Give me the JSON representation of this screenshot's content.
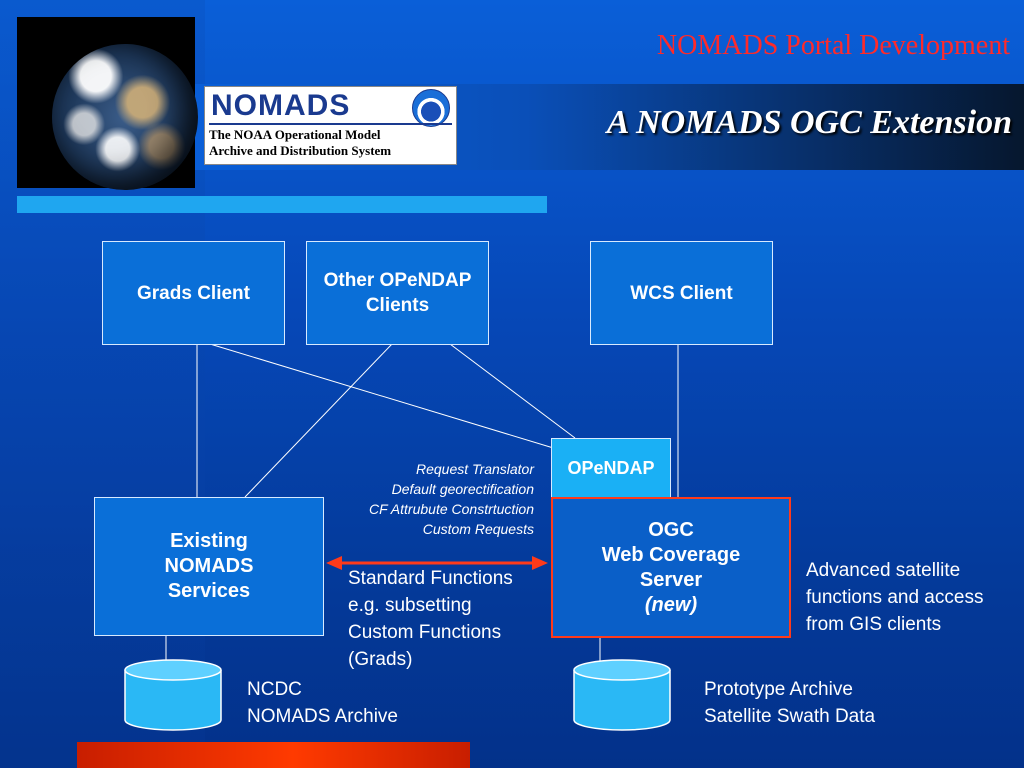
{
  "header": {
    "top_title": "NOMADS Portal Development",
    "slide_title": "A NOMADS OGC Extension",
    "logo_word": "NOMADS",
    "logo_sub_line1": "The NOAA Operational Model",
    "logo_sub_line2": "Archive and Distribution System"
  },
  "boxes": {
    "grads": "Grads Client",
    "other_line1": "Other OPeNDAP",
    "other_line2": "Clients",
    "wcs": "WCS Client",
    "opendap": "OPeNDAP",
    "existing_line1": "Existing",
    "existing_line2": "NOMADS",
    "existing_line3": "Services",
    "ogc_line1": "OGC",
    "ogc_line2": "Web Coverage",
    "ogc_line3": "Server",
    "ogc_line4": "(new)"
  },
  "notes": {
    "translator": [
      "Request Translator",
      "Default georectification",
      "CF Attrubute Constrtuction",
      "Custom Requests"
    ],
    "standard": [
      "Standard Functions",
      "e.g. subsetting",
      "Custom Functions",
      "(Grads)"
    ],
    "advanced": [
      "Advanced satellite",
      "functions and access",
      "from GIS clients"
    ],
    "ncdc": [
      "NCDC",
      "NOMADS Archive"
    ],
    "prototype": [
      "Prototype Archive",
      "Satellite Swath Data"
    ]
  },
  "colors": {
    "accent_red": "#ff2a2a",
    "arrow_red": "#ff3a1a",
    "cyan": "#1fa6f0",
    "box_blue": "#0a6fd8"
  }
}
